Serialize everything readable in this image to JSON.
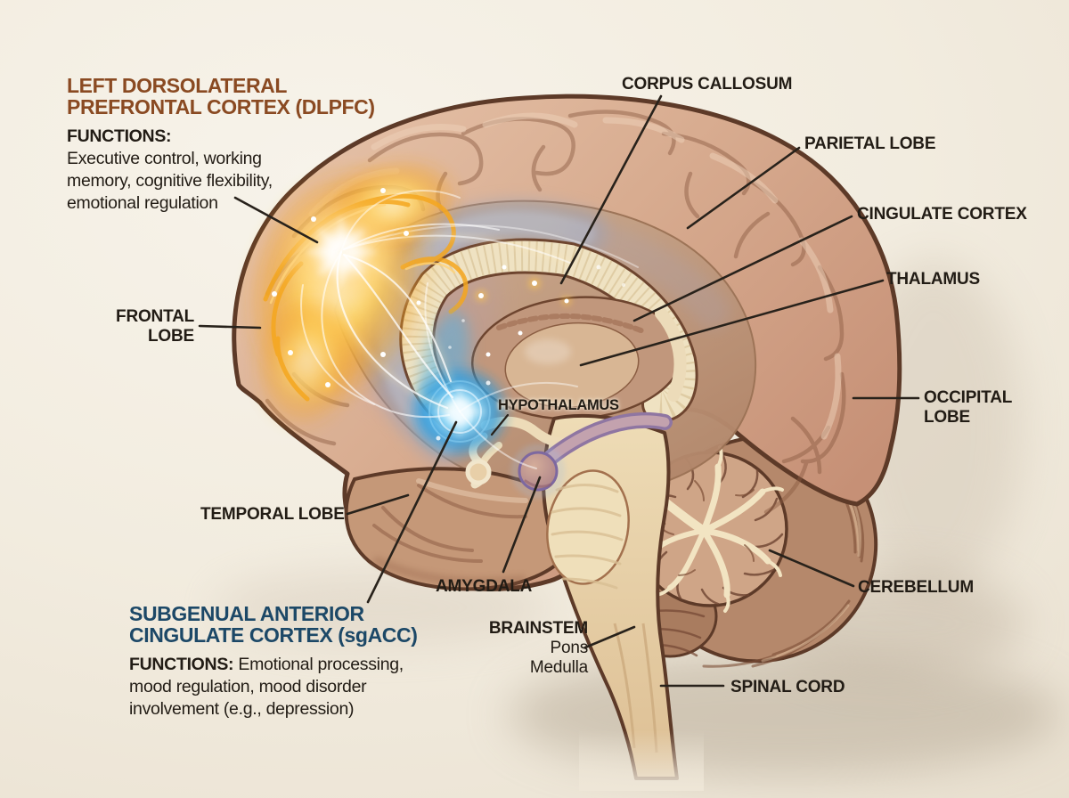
{
  "colors": {
    "background": "#f2ecdf",
    "dlpfc_title": "#8a4a22",
    "sgacc_title": "#1c4867",
    "label_text": "#221c15",
    "leader_line": "#28221b",
    "dlpfc_glow": "#f6a829",
    "sgacc_glow": "#2fa8e6"
  },
  "dlpfc": {
    "title": "LEFT DORSOLATERAL PREFRONTAL CORTEX (DLPFC)",
    "functions_label": "FUNCTIONS:",
    "functions": "Executive control, working memory, cognitive flexibility, emotional regulation"
  },
  "sgacc": {
    "title": "SUBGENUAL ANTERIOR CINGULATE CORTEX (sgACC)",
    "functions_label": "FUNCTIONS:",
    "functions": "Emotional processing, mood regulation, mood disorder involvement (e.g., depression)"
  },
  "labels": {
    "corpus_callosum": "CORPUS CALLOSUM",
    "parietal_lobe": "PARIETAL LOBE",
    "cingulate_cortex": "CINGULATE CORTEX",
    "thalamus": "THALAMUS",
    "frontal_lobe": "FRONTAL LOBE",
    "occipital_lobe": "OCCIPITAL LOBE",
    "hypothalamus": "HYPOTHALAMUS",
    "temporal_lobe": "TEMPORAL LOBE",
    "amygdala": "AMYGDALA",
    "cerebellum": "CEREBELLUM",
    "brainstem": "BRAINSTEM",
    "pons": "Pons",
    "medulla": "Medulla",
    "spinal_cord": "SPINAL CORD"
  }
}
